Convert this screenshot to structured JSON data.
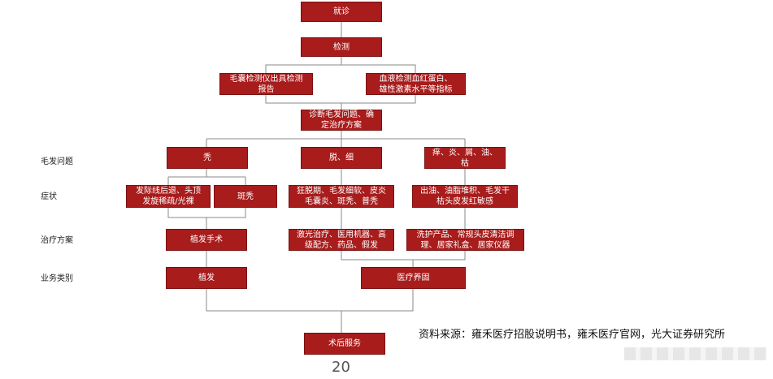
{
  "row_labels": {
    "hair_problem": "毛发问题",
    "symptom": "症状",
    "treatment": "治疗方案",
    "business": "业务类别"
  },
  "nodes": {
    "visit": "就诊",
    "detect": "检测",
    "follicle_report": "毛囊检测仪出具检测\n报告",
    "blood_test": "血液检测血红蛋白、\n雄性激素水平等指标",
    "diagnose": "诊断毛发问题、确\n定治疗方案",
    "bald": "秃",
    "thin": "脱、细",
    "itch": "痒、炎、屑、油、\n枯",
    "hairline": "发际线后退、头顶\n发旋稀疏/光裸",
    "alopecia_areata": "斑秃",
    "shedding": "狂脱期、毛发细软、皮炎\n毛囊炎、斑秃、普秃",
    "oily": "出油、油脂堆积、毛发干\n枯头皮发红敏感",
    "transplant_surgery": "植发手术",
    "laser": "激光治疗、医用机器、高\n级配方、药品、假发",
    "care_products": "洗护产品、常规头皮清洁调\n理、居家礼盒、居家仪器",
    "transplant": "植发",
    "medical_care": "医疗养固",
    "aftercare": "术后服务"
  },
  "source": "资料来源：雍禾医疗招股说明书，雍禾医疗官网，光大证券研究所",
  "page_number": "20",
  "colors": {
    "box_fill": "#a81c1c",
    "connector": "#8a8a8a"
  }
}
